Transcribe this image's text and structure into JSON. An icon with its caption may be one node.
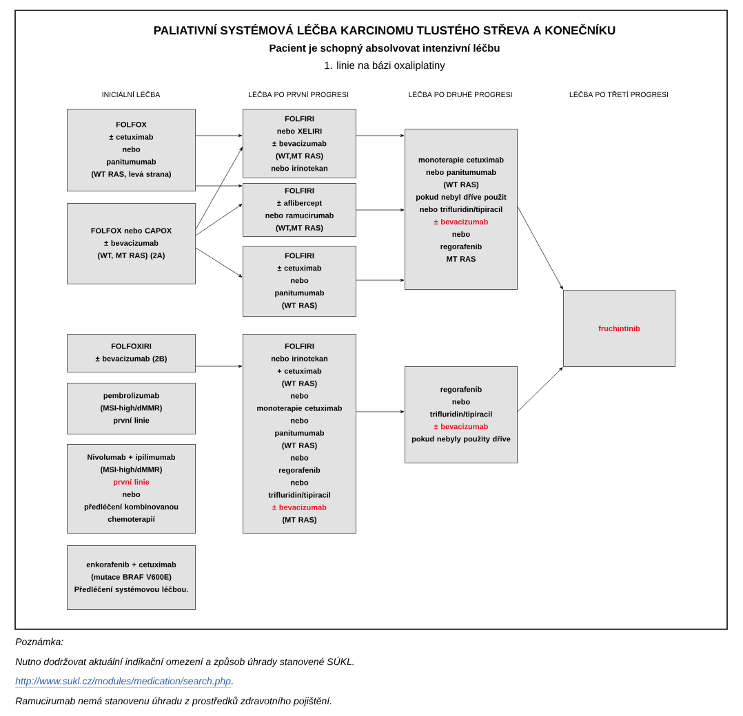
{
  "diagram": {
    "title": "PALIATIVNÍ SYSTÉMOVÁ LÉČBA KARCINOMU TLUSTÉHO STŘEVA A KONEČNÍKU",
    "nodes": [
      {
        "text": [
          "FOLFOX",
          "± cetuximab",
          "nebo",
          "panitumumab",
          "(WT RAS, levá strana)"
        ]
      },
      {
        "text": [
          "FOLFOX nebo CAPOX",
          "± bevacizumab",
          "(WT, MT RAS) (2A)"
        ]
      },
      {
        "text": [
          "FOLFOXIRI",
          "± bevacizumab (2B)"
        ]
      },
      {
        "text": [
          "pembrolizumab",
          "(MSI-high/dMMR)",
          "první linie"
        ]
      },
      {
        "text": [
          "Nivolumab + ipilimumab",
          "(MSI-high/dMMR)",
          "první linie",
          "nebo",
          "předléčení kombinovanou chemoterapií"
        ]
      },
      {
        "text": [
          "enkorafenib + cetuximab",
          "(mutace BRAF V600E)",
          "Předléčení systémovou léčbou."
        ]
      },
      {
        "text": [
          "FOLFIRI",
          "nebo XELIRI",
          "± bevacizumab",
          "(WT,MT RAS)",
          "nebo irinotekan"
        ]
      },
      {
        "text": [
          "FOLFIRI",
          "± aflibercept",
          "nebo ramucirumab",
          "(WT,MT RAS)"
        ]
      },
      {
        "text": [
          "FOLFIRI",
          "± cetuximab",
          "nebo",
          "panitumumab",
          "(WT RAS)"
        ]
      },
      {
        "text": [
          "FOLFIRI",
          "nebo irinotekan",
          "+ cetuximab",
          "(WT RAS)",
          "nebo",
          "monoterapie cetuximab",
          "nebo",
          "panitumumab",
          "(WT RAS)",
          "nebo",
          "regorafenib",
          "nebo",
          "trifluridin/tipiracil",
          "± bevacizumab",
          "(MT RAS)"
        ]
      },
      {
        "text": [
          "monoterapie cetuximab",
          "nebo panitumumab",
          "(WT RAS)",
          "pokud nebyl dříve použit",
          "nebo trifluridin/tipiracil",
          "± bevacizumab",
          "nebo",
          "regorafenib",
          "MT RAS"
        ]
      },
      {
        "text": [
          "regorafenib",
          "nebo",
          "trifluridin/tipiracil",
          "± bevacizumab",
          "pokud nebyly použity dříve"
        ]
      },
      {
        "text": [
          "fruchintinib"
        ]
      }
    ],
    "edges": [
      {
        "from": 0,
        "to": 6,
        "arrow": "to"
      },
      {
        "from": 0,
        "to": 7,
        "arrow": "to"
      },
      {
        "from": 1,
        "to": 6,
        "arrow": "to"
      },
      {
        "from": 1,
        "to": 7,
        "arrow": "to"
      },
      {
        "from": 1,
        "to": 8,
        "arrow": "to"
      },
      {
        "from": 6,
        "to": 10,
        "arrow": "to"
      },
      {
        "from": 7,
        "to": 10,
        "arrow": "to"
      },
      {
        "from": 8,
        "to": 10,
        "arrow": "to"
      },
      {
        "from": 2,
        "to": 9,
        "arrow": "to"
      },
      {
        "from": 9,
        "to": 11,
        "arrow": "to"
      },
      {
        "from": 10,
        "to": 12,
        "arrow": "to"
      },
      {
        "from": 11,
        "to": 12,
        "arrow": "to"
      }
    ],
    "labels": [
      "Pacient je schopný absolvovat intenzivní léčbu",
      "1. linie na bázi oxaliplatiny",
      "INICIÁLNÍ LÉČBA",
      "LÉČBA PO PRVNÍ PROGRESI",
      "LÉČBA PO DRUHÉ PROGRESI",
      "LÉČBA PO TŘETÍ PROGRESI",
      "Poznámka:",
      "Nutno dodržovat aktuální indikační omezení a způsob úhrady stanovené SÚKL.",
      "http://www.sukl.cz/modules/medication/search.php",
      ".",
      "Ramucirumab nemá stanovenu úhradu z prostředků zdravotního pojištění."
    ]
  }
}
